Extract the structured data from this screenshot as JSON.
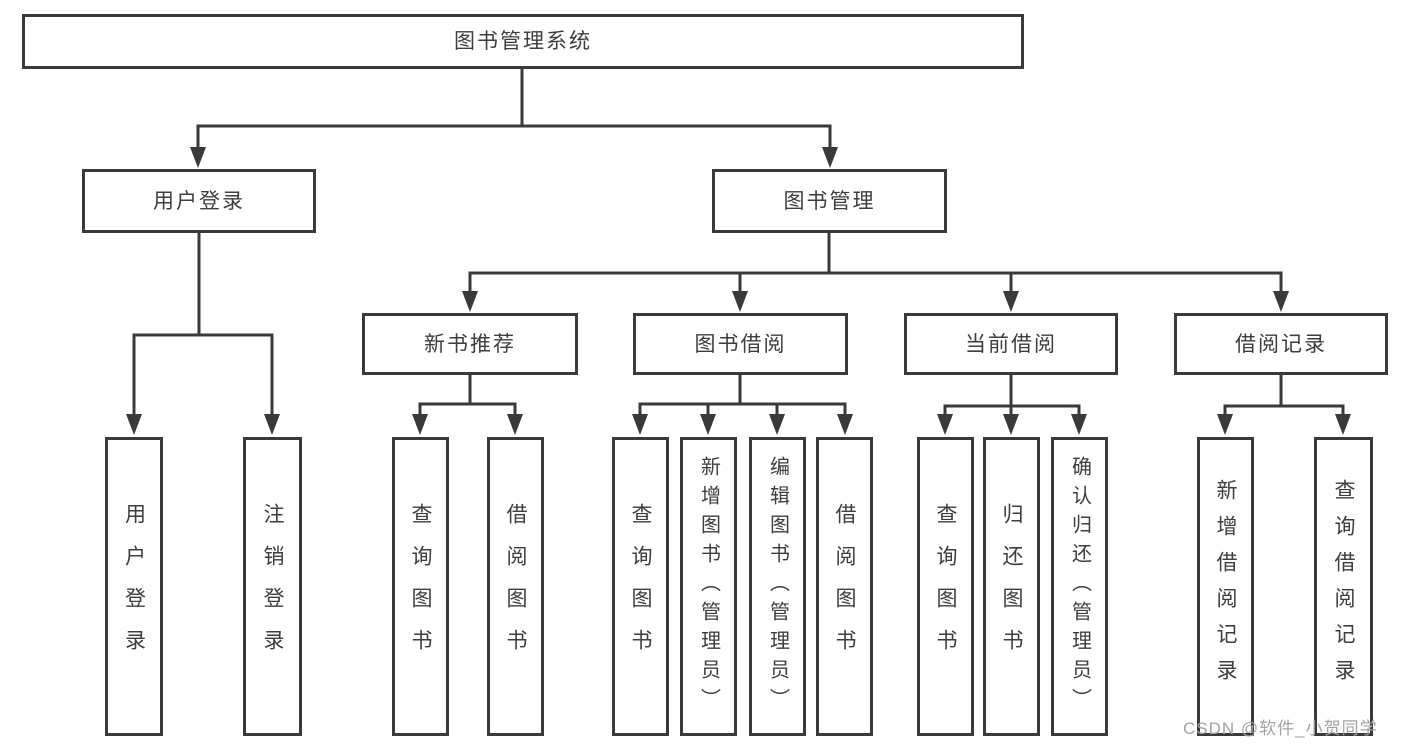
{
  "tree": {
    "root": {
      "label": "图书管理系统"
    },
    "children": [
      {
        "label": "用户登录",
        "children": [
          {
            "label": "用户登录"
          },
          {
            "label": "注销登录"
          }
        ]
      },
      {
        "label": "图书管理",
        "children": [
          {
            "label": "新书推荐",
            "children": [
              {
                "label": "查询图书"
              },
              {
                "label": "借阅图书"
              }
            ]
          },
          {
            "label": "图书借阅",
            "children": [
              {
                "label": "查询图书"
              },
              {
                "label": "新增图书（管理员）"
              },
              {
                "label": "编辑图书（管理员）"
              },
              {
                "label": "借阅图书"
              }
            ]
          },
          {
            "label": "当前借阅",
            "children": [
              {
                "label": "查询图书"
              },
              {
                "label": "归还图书"
              },
              {
                "label": "确认归还（管理员）"
              }
            ]
          },
          {
            "label": "借阅记录",
            "children": [
              {
                "label": "新增借阅记录"
              },
              {
                "label": "查询借阅记录"
              }
            ]
          }
        ]
      }
    ]
  },
  "watermark": "CSDN @软件_小贺同学",
  "colors": {
    "line": "#3a3a3a",
    "text": "#3d3d3d",
    "watermark": "#a2a2a2",
    "background": "#ffffff"
  }
}
